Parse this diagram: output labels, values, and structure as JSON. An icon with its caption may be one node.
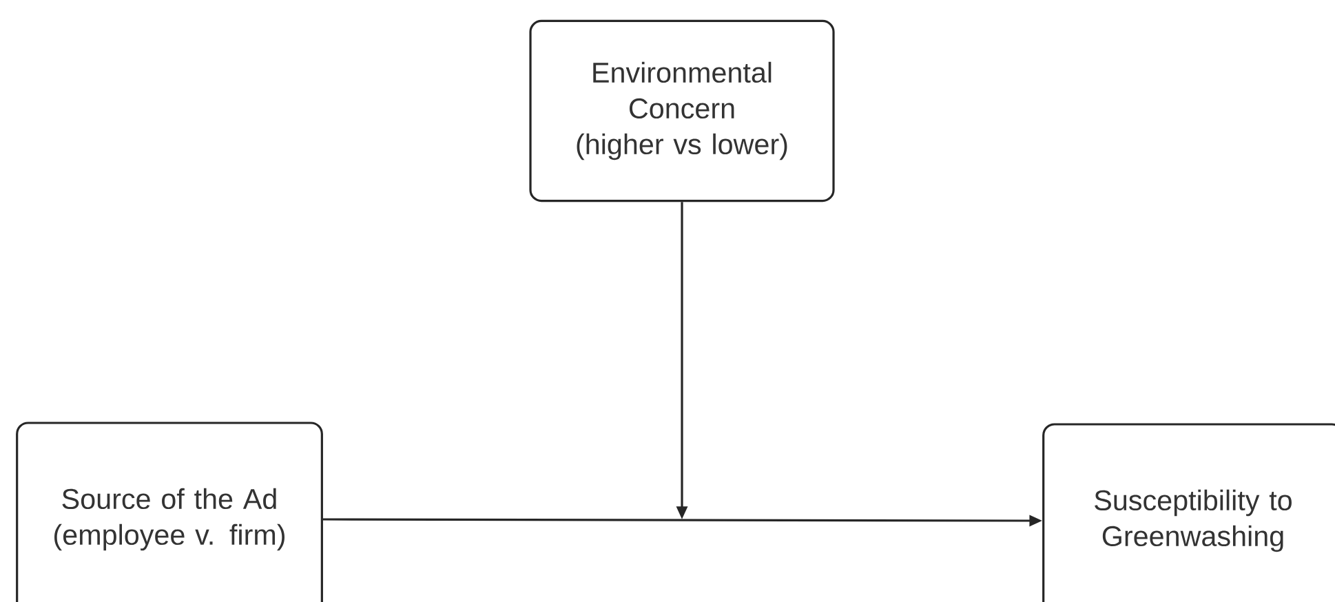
{
  "diagram": {
    "nodes": [
      {
        "text": [
          "Environmental Concern",
          "(higher vs lower)"
        ]
      },
      {
        "text": [
          "Source of the Ad",
          "(employee v. firm)"
        ]
      },
      {
        "text": [
          "Susceptibility to Greenwashing"
        ]
      }
    ],
    "edges": [
      {
        "from": 1,
        "to": 2,
        "arrow": "to"
      },
      {
        "from": 0,
        "to": null,
        "arrow": "to"
      }
    ]
  }
}
